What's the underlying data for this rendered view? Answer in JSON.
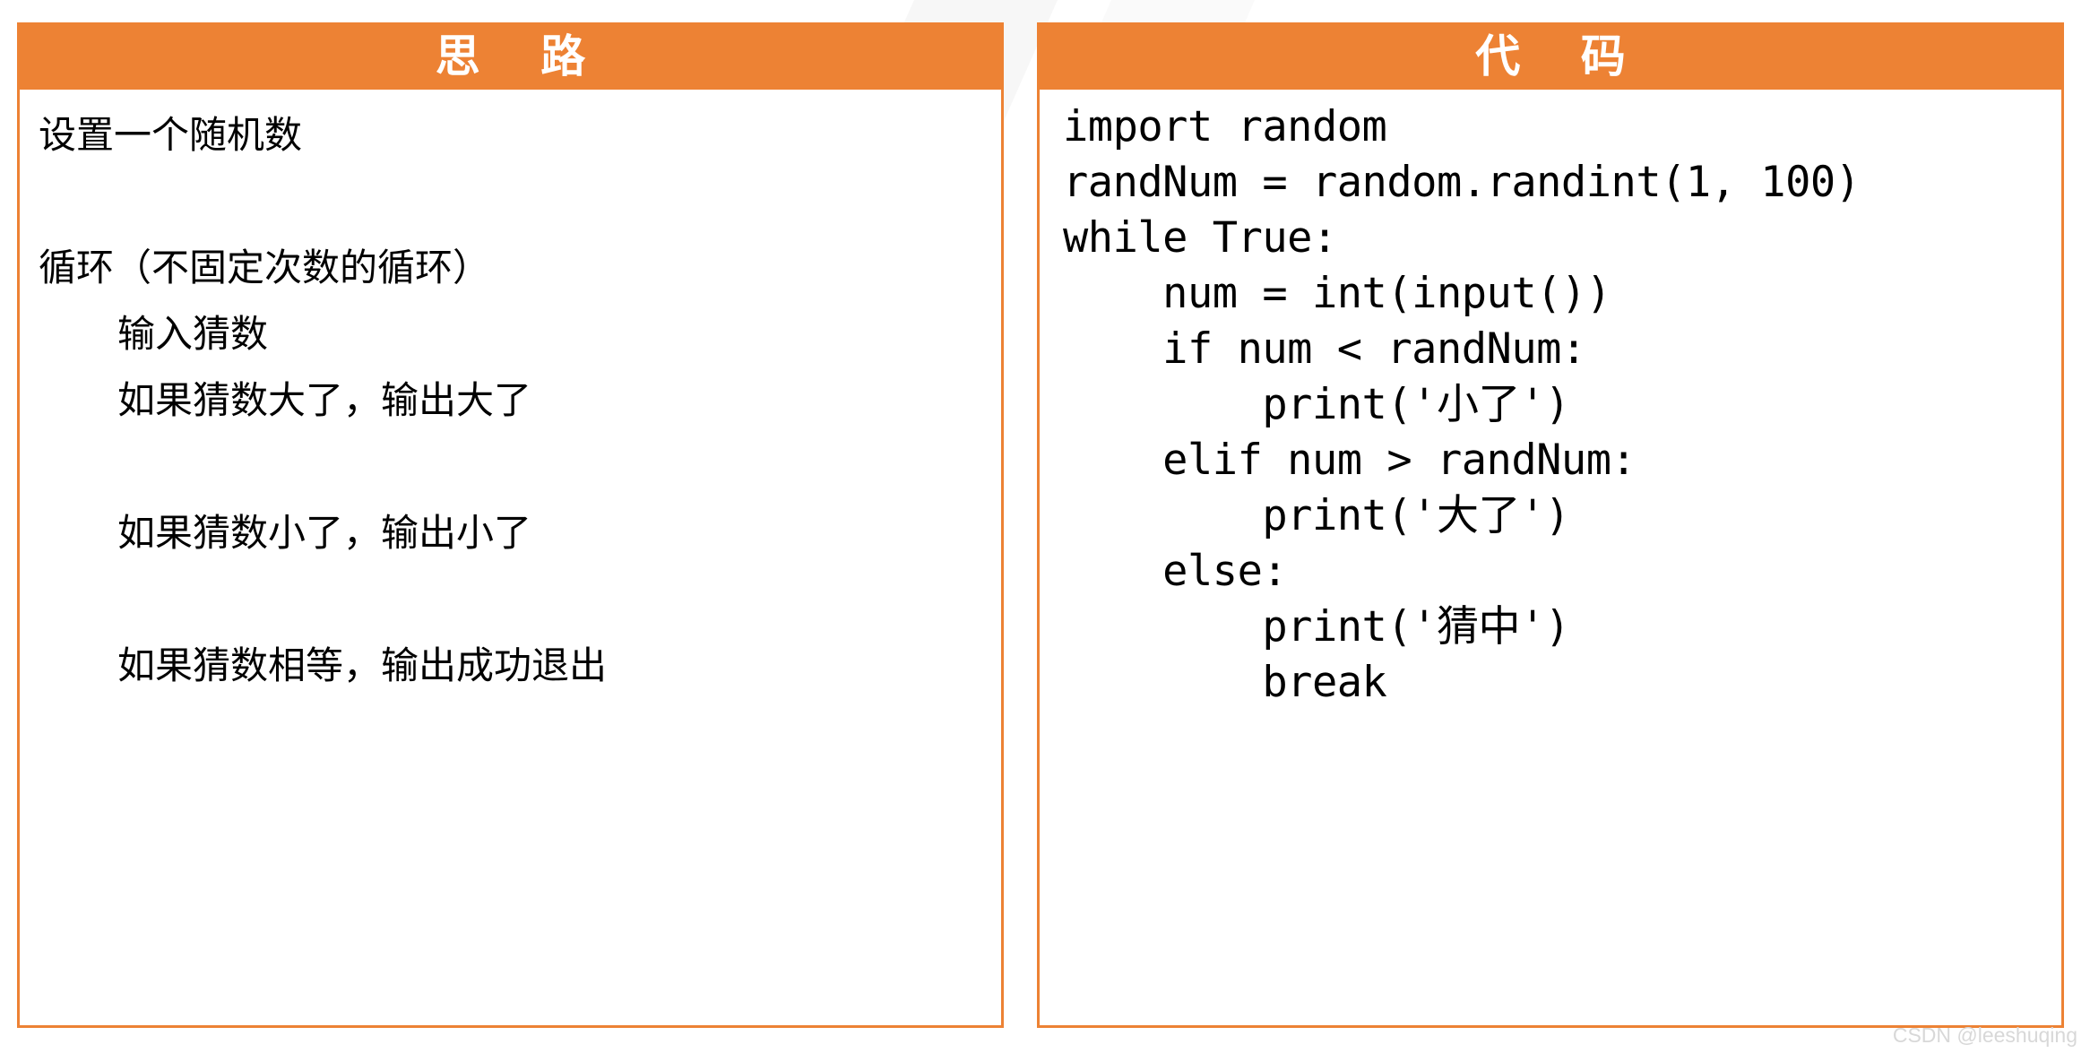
{
  "slide": {
    "accent_color": "#ED8234",
    "background_color": "#FFFFFF",
    "text_color": "#000000"
  },
  "left_panel": {
    "header_title": "思 路",
    "lines": [
      {
        "text": "设置一个随机数",
        "indent": 0
      },
      {
        "text": "",
        "indent": 0
      },
      {
        "text": "循环（不固定次数的循环）",
        "indent": 0
      },
      {
        "text": "输入猜数",
        "indent": 1
      },
      {
        "text": "如果猜数大了，输出大了",
        "indent": 1
      },
      {
        "text": "",
        "indent": 1
      },
      {
        "text": "如果猜数小了，输出小了",
        "indent": 1
      },
      {
        "text": "",
        "indent": 1
      },
      {
        "text": "如果猜数相等，输出成功退出",
        "indent": 1
      }
    ]
  },
  "right_panel": {
    "header_title": "代 码",
    "language": "python",
    "code_lines": [
      "import random",
      "randNum = random.randint(1, 100)",
      "while True:",
      "    num = int(input())",
      "    if num < randNum:",
      "        print('小了')",
      "    elif num > randNum:",
      "        print('大了')",
      "    else:",
      "        print('猜中')",
      "        break"
    ]
  },
  "watermark": {
    "text": "CSDN @leeshuqing"
  }
}
